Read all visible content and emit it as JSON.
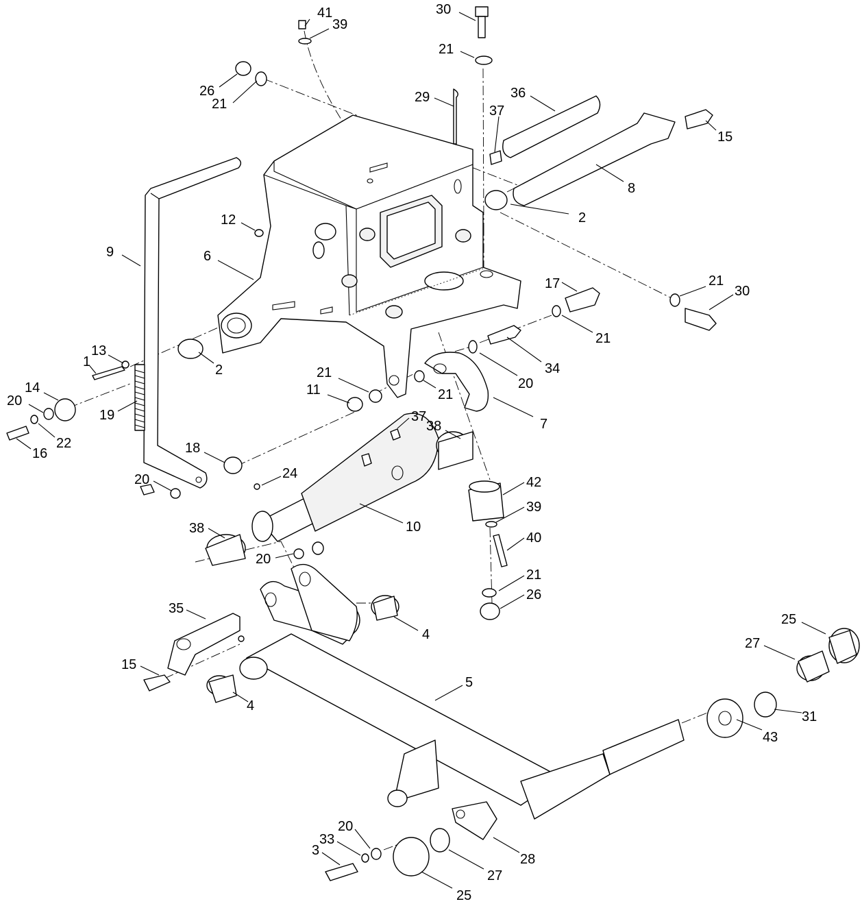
{
  "diagram": {
    "callouts": [
      {
        "id": "c41",
        "label": "41"
      },
      {
        "id": "c39a",
        "label": "39"
      },
      {
        "id": "c30a",
        "label": "30"
      },
      {
        "id": "c21a",
        "label": "21"
      },
      {
        "id": "c26a",
        "label": "26"
      },
      {
        "id": "c21b",
        "label": "21"
      },
      {
        "id": "c29",
        "label": "29"
      },
      {
        "id": "c36",
        "label": "36"
      },
      {
        "id": "c37a",
        "label": "37"
      },
      {
        "id": "c15a",
        "label": "15"
      },
      {
        "id": "c8",
        "label": "8"
      },
      {
        "id": "c2a",
        "label": "2"
      },
      {
        "id": "c12",
        "label": "12"
      },
      {
        "id": "c9",
        "label": "9"
      },
      {
        "id": "c6",
        "label": "6"
      },
      {
        "id": "c21c",
        "label": "21"
      },
      {
        "id": "c30b",
        "label": "30"
      },
      {
        "id": "c17",
        "label": "17"
      },
      {
        "id": "c21d",
        "label": "21"
      },
      {
        "id": "c34",
        "label": "34"
      },
      {
        "id": "c13",
        "label": "13"
      },
      {
        "id": "c1",
        "label": "1"
      },
      {
        "id": "c2b",
        "label": "2"
      },
      {
        "id": "c20a",
        "label": "20"
      },
      {
        "id": "c21e",
        "label": "21"
      },
      {
        "id": "c11",
        "label": "11"
      },
      {
        "id": "c21f",
        "label": "21"
      },
      {
        "id": "c7",
        "label": "7"
      },
      {
        "id": "c14",
        "label": "14"
      },
      {
        "id": "c20b",
        "label": "20"
      },
      {
        "id": "c19",
        "label": "19"
      },
      {
        "id": "c22",
        "label": "22"
      },
      {
        "id": "c16",
        "label": "16"
      },
      {
        "id": "c37b",
        "label": "37"
      },
      {
        "id": "c38a",
        "label": "38"
      },
      {
        "id": "c18",
        "label": "18"
      },
      {
        "id": "c24",
        "label": "24"
      },
      {
        "id": "c20c",
        "label": "20"
      },
      {
        "id": "c42",
        "label": "42"
      },
      {
        "id": "c39b",
        "label": "39"
      },
      {
        "id": "c10",
        "label": "10"
      },
      {
        "id": "c38b",
        "label": "38"
      },
      {
        "id": "c40",
        "label": "40"
      },
      {
        "id": "c20d",
        "label": "20"
      },
      {
        "id": "c21g",
        "label": "21"
      },
      {
        "id": "c26b",
        "label": "26"
      },
      {
        "id": "c35",
        "label": "35"
      },
      {
        "id": "c4a",
        "label": "4"
      },
      {
        "id": "c25a",
        "label": "25"
      },
      {
        "id": "c27a",
        "label": "27"
      },
      {
        "id": "c15b",
        "label": "15"
      },
      {
        "id": "c5",
        "label": "5"
      },
      {
        "id": "c4b",
        "label": "4"
      },
      {
        "id": "c31",
        "label": "31"
      },
      {
        "id": "c43",
        "label": "43"
      },
      {
        "id": "c20e",
        "label": "20"
      },
      {
        "id": "c33",
        "label": "33"
      },
      {
        "id": "c3",
        "label": "3"
      },
      {
        "id": "c28",
        "label": "28"
      },
      {
        "id": "c27b",
        "label": "27"
      },
      {
        "id": "c25b",
        "label": "25"
      }
    ]
  }
}
